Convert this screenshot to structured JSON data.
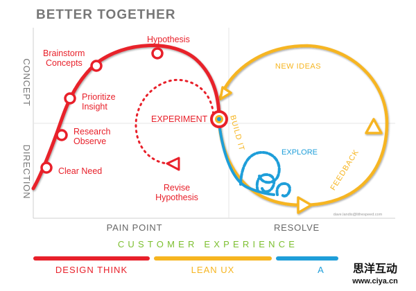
{
  "title": "BETTER TOGETHER",
  "axes": {
    "y_upper": "CONCEPT",
    "y_lower": "DIRECTION",
    "x_left": "PAIN POINT",
    "x_right": "RESOLVE"
  },
  "design_think_steps": [
    "Clear Need",
    "Research Observe",
    "Prioritize Insight",
    "Brainstorm Concepts",
    "Hypothesis"
  ],
  "labels": {
    "clear_need": "Clear Need",
    "research_1": "Research",
    "research_2": "Observe",
    "prioritize_1": "Prioritize",
    "prioritize_2": "Insight",
    "brainstorm_1": "Brainstorm",
    "brainstorm_2": "Concepts",
    "hypothesis": "Hypothesis",
    "experiment": "EXPERIMENT",
    "revise_1": "Revise",
    "revise_2": "Hypothesis",
    "new_ideas": "NEW IDEAS",
    "build_it": "BUILD IT",
    "explore": "EXPLORE",
    "feedback": "FEEDBACK",
    "credit": "dave.landis@lithespeed.com"
  },
  "footer": {
    "customer_experience": "CUSTOMER EXPERIENCE",
    "design_think": "DESIGN THINK",
    "lean_ux": "LEAN UX",
    "agile": "A"
  },
  "watermark": {
    "chinese": "思洋互动",
    "url": "www.ciya.cn"
  },
  "colors": {
    "red": "#e8202a",
    "yellow": "#f6b520",
    "blue": "#1e9ed9",
    "green": "#7cbf2f",
    "gray": "#777777",
    "axis": "#cfcfcf"
  }
}
